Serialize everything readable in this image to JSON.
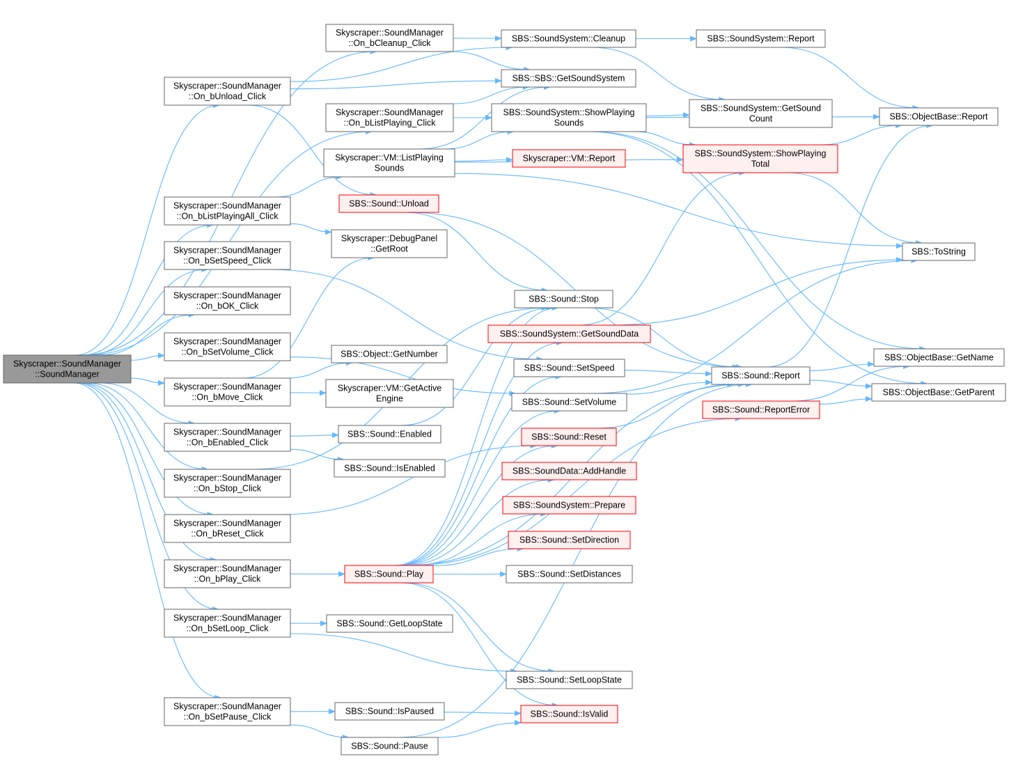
{
  "diagram": {
    "title": "",
    "colors": {
      "edge": "#63b8ff",
      "node_fill": "#ffffff",
      "node_border": "#666666",
      "root_fill": "#999999",
      "root_border": "#666666",
      "red_fill": "#fff0f0",
      "red_border": "#ff0000",
      "text": "#000000"
    },
    "nodes": [
      {
        "id": "root",
        "lines": [
          "Skyscraper::SoundManager",
          "::SoundManager"
        ],
        "style": "root"
      },
      {
        "id": "cleanupClick",
        "lines": [
          "Skyscraper::SoundManager",
          "::On_bCleanup_Click"
        ],
        "style": "normal"
      },
      {
        "id": "unloadClick",
        "lines": [
          "Skyscraper::SoundManager",
          "::On_bUnload_Click"
        ],
        "style": "normal"
      },
      {
        "id": "listPlayingClick",
        "lines": [
          "Skyscraper::SoundManager",
          "::On_bListPlaying_Click"
        ],
        "style": "normal"
      },
      {
        "id": "vmListPlaying",
        "lines": [
          "Skyscraper::VM::ListPlaying",
          "Sounds"
        ],
        "style": "normal"
      },
      {
        "id": "soundUnload",
        "lines": [
          "SBS::Sound::Unload"
        ],
        "style": "red"
      },
      {
        "id": "listPlayingAllClick",
        "lines": [
          "Skyscraper::SoundManager",
          "::On_bListPlayingAll_Click"
        ],
        "style": "normal"
      },
      {
        "id": "debugGetRoot",
        "lines": [
          "Skyscraper::DebugPanel",
          "::GetRoot"
        ],
        "style": "normal"
      },
      {
        "id": "setSpeedClick",
        "lines": [
          "Skyscraper::SoundManager",
          "::On_bSetSpeed_Click"
        ],
        "style": "normal"
      },
      {
        "id": "okClick",
        "lines": [
          "Skyscraper::SoundManager",
          "::On_bOK_Click"
        ],
        "style": "normal"
      },
      {
        "id": "setVolumeClick",
        "lines": [
          "Skyscraper::SoundManager",
          "::On_bSetVolume_Click"
        ],
        "style": "normal"
      },
      {
        "id": "moveClick",
        "lines": [
          "Skyscraper::SoundManager",
          "::On_bMove_Click"
        ],
        "style": "normal"
      },
      {
        "id": "objGetNumber",
        "lines": [
          "SBS::Object::GetNumber"
        ],
        "style": "normal"
      },
      {
        "id": "vmGetActiveEngine",
        "lines": [
          "Skyscraper::VM::GetActive",
          "Engine"
        ],
        "style": "normal"
      },
      {
        "id": "enabledClick",
        "lines": [
          "Skyscraper::SoundManager",
          "::On_bEnabled_Click"
        ],
        "style": "normal"
      },
      {
        "id": "soundEnabled",
        "lines": [
          "SBS::Sound::Enabled"
        ],
        "style": "normal"
      },
      {
        "id": "soundIsEnabled",
        "lines": [
          "SBS::Sound::IsEnabled"
        ],
        "style": "normal"
      },
      {
        "id": "stopClick",
        "lines": [
          "Skyscraper::SoundManager",
          "::On_bStop_Click"
        ],
        "style": "normal"
      },
      {
        "id": "resetClick",
        "lines": [
          "Skyscraper::SoundManager",
          "::On_bReset_Click"
        ],
        "style": "normal"
      },
      {
        "id": "playClick",
        "lines": [
          "Skyscraper::SoundManager",
          "::On_bPlay_Click"
        ],
        "style": "normal"
      },
      {
        "id": "soundPlay",
        "lines": [
          "SBS::Sound::Play"
        ],
        "style": "red"
      },
      {
        "id": "setLoopClick",
        "lines": [
          "Skyscraper::SoundManager",
          "::On_bSetLoop_Click"
        ],
        "style": "normal"
      },
      {
        "id": "soundGetLoopState",
        "lines": [
          "SBS::Sound::GetLoopState"
        ],
        "style": "normal"
      },
      {
        "id": "setPauseClick",
        "lines": [
          "Skyscraper::SoundManager",
          "::On_bSetPause_Click"
        ],
        "style": "normal"
      },
      {
        "id": "soundIsPaused",
        "lines": [
          "SBS::Sound::IsPaused"
        ],
        "style": "normal"
      },
      {
        "id": "soundPause",
        "lines": [
          "SBS::Sound::Pause"
        ],
        "style": "normal"
      },
      {
        "id": "ssCleanup",
        "lines": [
          "SBS::SoundSystem::Cleanup"
        ],
        "style": "normal"
      },
      {
        "id": "sbsGetSoundSystem",
        "lines": [
          "SBS::SBS::GetSoundSystem"
        ],
        "style": "normal"
      },
      {
        "id": "ssShowPlayingSounds",
        "lines": [
          "SBS::SoundSystem::ShowPlaying",
          "Sounds"
        ],
        "style": "normal"
      },
      {
        "id": "vmReport",
        "lines": [
          "Skyscraper::VM::Report"
        ],
        "style": "red"
      },
      {
        "id": "soundStop",
        "lines": [
          "SBS::Sound::Stop"
        ],
        "style": "normal"
      },
      {
        "id": "ssGetSoundData",
        "lines": [
          "SBS::SoundSystem::GetSoundData"
        ],
        "style": "red"
      },
      {
        "id": "soundSetSpeed",
        "lines": [
          "SBS::Sound::SetSpeed"
        ],
        "style": "normal"
      },
      {
        "id": "soundSetVolume",
        "lines": [
          "SBS::Sound::SetVolume"
        ],
        "style": "normal"
      },
      {
        "id": "soundReset",
        "lines": [
          "SBS::Sound::Reset"
        ],
        "style": "red"
      },
      {
        "id": "sdAddHandle",
        "lines": [
          "SBS::SoundData::AddHandle"
        ],
        "style": "red"
      },
      {
        "id": "ssPrepare",
        "lines": [
          "SBS::SoundSystem::Prepare"
        ],
        "style": "red"
      },
      {
        "id": "soundSetDirection",
        "lines": [
          "SBS::Sound::SetDirection"
        ],
        "style": "red"
      },
      {
        "id": "soundSetDistances",
        "lines": [
          "SBS::Sound::SetDistances"
        ],
        "style": "normal"
      },
      {
        "id": "soundSetLoopState",
        "lines": [
          "SBS::Sound::SetLoopState"
        ],
        "style": "normal"
      },
      {
        "id": "soundIsValid",
        "lines": [
          "SBS::Sound::IsValid"
        ],
        "style": "red"
      },
      {
        "id": "ssReport",
        "lines": [
          "SBS::SoundSystem::Report"
        ],
        "style": "normal"
      },
      {
        "id": "ssGetSoundCount",
        "lines": [
          "SBS::SoundSystem::GetSound",
          "Count"
        ],
        "style": "normal"
      },
      {
        "id": "ssShowPlayingTotal",
        "lines": [
          "SBS::SoundSystem::ShowPlaying",
          "Total"
        ],
        "style": "red"
      },
      {
        "id": "soundReport",
        "lines": [
          "SBS::Sound::Report"
        ],
        "style": "normal"
      },
      {
        "id": "soundReportError",
        "lines": [
          "SBS::Sound::ReportError"
        ],
        "style": "red"
      },
      {
        "id": "obReport",
        "lines": [
          "SBS::ObjectBase::Report"
        ],
        "style": "normal"
      },
      {
        "id": "toString",
        "lines": [
          "SBS::ToString"
        ],
        "style": "normal"
      },
      {
        "id": "obGetName",
        "lines": [
          "SBS::ObjectBase::GetName"
        ],
        "style": "normal"
      },
      {
        "id": "obGetParent",
        "lines": [
          "SBS::ObjectBase::GetParent"
        ],
        "style": "normal"
      }
    ],
    "edges": [
      [
        "root",
        "cleanupClick"
      ],
      [
        "root",
        "unloadClick"
      ],
      [
        "root",
        "listPlayingClick"
      ],
      [
        "root",
        "listPlayingAllClick"
      ],
      [
        "root",
        "setSpeedClick"
      ],
      [
        "root",
        "okClick"
      ],
      [
        "root",
        "setVolumeClick"
      ],
      [
        "root",
        "moveClick"
      ],
      [
        "root",
        "enabledClick"
      ],
      [
        "root",
        "stopClick"
      ],
      [
        "root",
        "resetClick"
      ],
      [
        "root",
        "playClick"
      ],
      [
        "root",
        "setLoopClick"
      ],
      [
        "root",
        "setPauseClick"
      ],
      [
        "cleanupClick",
        "ssCleanup"
      ],
      [
        "cleanupClick",
        "sbsGetSoundSystem"
      ],
      [
        "unloadClick",
        "ssCleanup"
      ],
      [
        "unloadClick",
        "sbsGetSoundSystem"
      ],
      [
        "unloadClick",
        "soundUnload"
      ],
      [
        "listPlayingClick",
        "sbsGetSoundSystem"
      ],
      [
        "listPlayingClick",
        "ssShowPlayingSounds"
      ],
      [
        "listPlayingAllClick",
        "vmListPlaying"
      ],
      [
        "listPlayingAllClick",
        "debugGetRoot"
      ],
      [
        "vmListPlaying",
        "sbsGetSoundSystem"
      ],
      [
        "vmListPlaying",
        "ssShowPlayingSounds"
      ],
      [
        "vmListPlaying",
        "vmReport"
      ],
      [
        "vmListPlaying",
        "ssShowPlayingTotal"
      ],
      [
        "vmListPlaying",
        "toString"
      ],
      [
        "soundUnload",
        "soundStop"
      ],
      [
        "soundUnload",
        "soundReport"
      ],
      [
        "setSpeedClick",
        "soundSetSpeed"
      ],
      [
        "setVolumeClick",
        "soundSetVolume"
      ],
      [
        "moveClick",
        "debugGetRoot"
      ],
      [
        "moveClick",
        "objGetNumber"
      ],
      [
        "moveClick",
        "vmGetActiveEngine"
      ],
      [
        "enabledClick",
        "soundEnabled"
      ],
      [
        "enabledClick",
        "soundIsEnabled"
      ],
      [
        "soundEnabled",
        "soundStop"
      ],
      [
        "stopClick",
        "soundStop"
      ],
      [
        "resetClick",
        "soundReset"
      ],
      [
        "playClick",
        "soundPlay"
      ],
      [
        "soundPlay",
        "soundStop"
      ],
      [
        "soundPlay",
        "ssGetSoundData"
      ],
      [
        "soundPlay",
        "soundSetSpeed"
      ],
      [
        "soundPlay",
        "soundSetVolume"
      ],
      [
        "soundPlay",
        "soundReset"
      ],
      [
        "soundPlay",
        "sdAddHandle"
      ],
      [
        "soundPlay",
        "ssPrepare"
      ],
      [
        "soundPlay",
        "soundSetDirection"
      ],
      [
        "soundPlay",
        "soundSetDistances"
      ],
      [
        "soundPlay",
        "soundSetLoopState"
      ],
      [
        "soundPlay",
        "soundIsValid"
      ],
      [
        "soundPlay",
        "soundReport"
      ],
      [
        "soundPlay",
        "soundReportError"
      ],
      [
        "setLoopClick",
        "soundGetLoopState"
      ],
      [
        "setLoopClick",
        "soundSetLoopState"
      ],
      [
        "setPauseClick",
        "soundIsPaused"
      ],
      [
        "setPauseClick",
        "soundPause"
      ],
      [
        "soundIsPaused",
        "soundIsValid"
      ],
      [
        "soundPause",
        "soundIsValid"
      ],
      [
        "soundPause",
        "soundReport"
      ],
      [
        "ssCleanup",
        "ssReport"
      ],
      [
        "ssCleanup",
        "ssGetSoundCount"
      ],
      [
        "ssShowPlayingSounds",
        "ssGetSoundCount"
      ],
      [
        "ssShowPlayingSounds",
        "ssShowPlayingTotal"
      ],
      [
        "ssShowPlayingSounds",
        "obReport"
      ],
      [
        "ssShowPlayingSounds",
        "obGetName"
      ],
      [
        "ssShowPlayingSounds",
        "obGetParent"
      ],
      [
        "soundStop",
        "soundReport"
      ],
      [
        "ssGetSoundData",
        "ssShowPlayingTotal"
      ],
      [
        "ssGetSoundData",
        "toString"
      ],
      [
        "soundSetSpeed",
        "soundReport"
      ],
      [
        "soundSetVolume",
        "soundReport"
      ],
      [
        "soundSetVolume",
        "toString"
      ],
      [
        "soundReset",
        "soundReport"
      ],
      [
        "ssReport",
        "obReport"
      ],
      [
        "ssShowPlayingTotal",
        "obReport"
      ],
      [
        "ssShowPlayingTotal",
        "toString"
      ],
      [
        "soundReport",
        "obReport"
      ],
      [
        "soundReport",
        "obGetName"
      ],
      [
        "soundReport",
        "obGetParent"
      ],
      [
        "soundReportError",
        "obGetName"
      ],
      [
        "soundReportError",
        "obGetParent"
      ]
    ]
  }
}
